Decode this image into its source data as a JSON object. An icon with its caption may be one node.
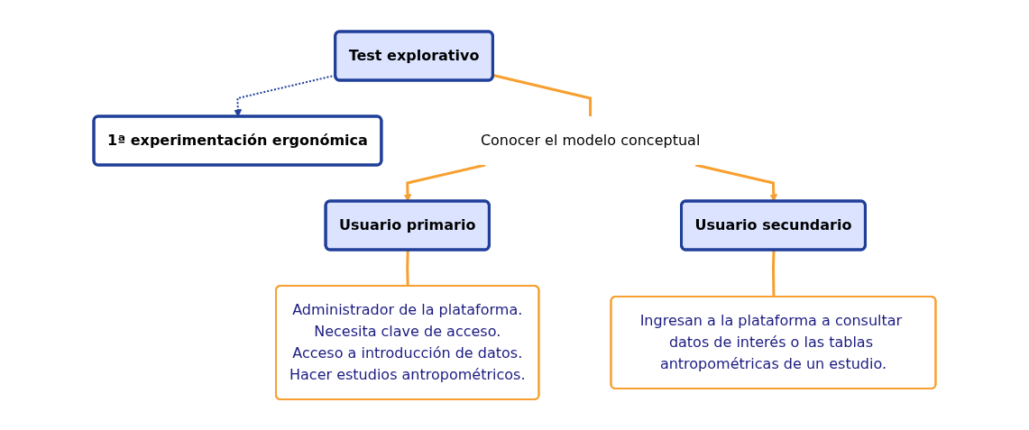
{
  "diagram": {
    "nodes": [
      {
        "text": [
          "Test explorativo"
        ]
      },
      {
        "text": [
          "1ª experimentación ergonómica"
        ]
      },
      {
        "text": [
          "Conocer el modelo conceptual"
        ]
      },
      {
        "text": [
          "Usuario primario"
        ]
      },
      {
        "text": [
          "Usuario secundario"
        ]
      },
      {
        "text": [
          "Administrador de la plataforma.",
          "Necesita clave de acceso.",
          "Acceso a introducción de datos.",
          "Hacer estudios antropométricos."
        ]
      },
      {
        "text": [
          "Ingresan a la plataforma a consultar datos de interés o las tablas antropométricas de un estudio."
        ]
      }
    ],
    "edges": [
      {
        "from": 0,
        "to": 1,
        "arrow": "to",
        "style": "dashed",
        "color": "#1f3f99"
      },
      {
        "from": 0,
        "to": 2,
        "arrow": "none"
      },
      {
        "from": 2,
        "to": 3,
        "arrow": "to"
      },
      {
        "from": 2,
        "to": 4,
        "arrow": "to"
      },
      {
        "from": 3,
        "to": 5,
        "arrow": "none"
      },
      {
        "from": 4,
        "to": 6,
        "arrow": "none"
      }
    ]
  }
}
